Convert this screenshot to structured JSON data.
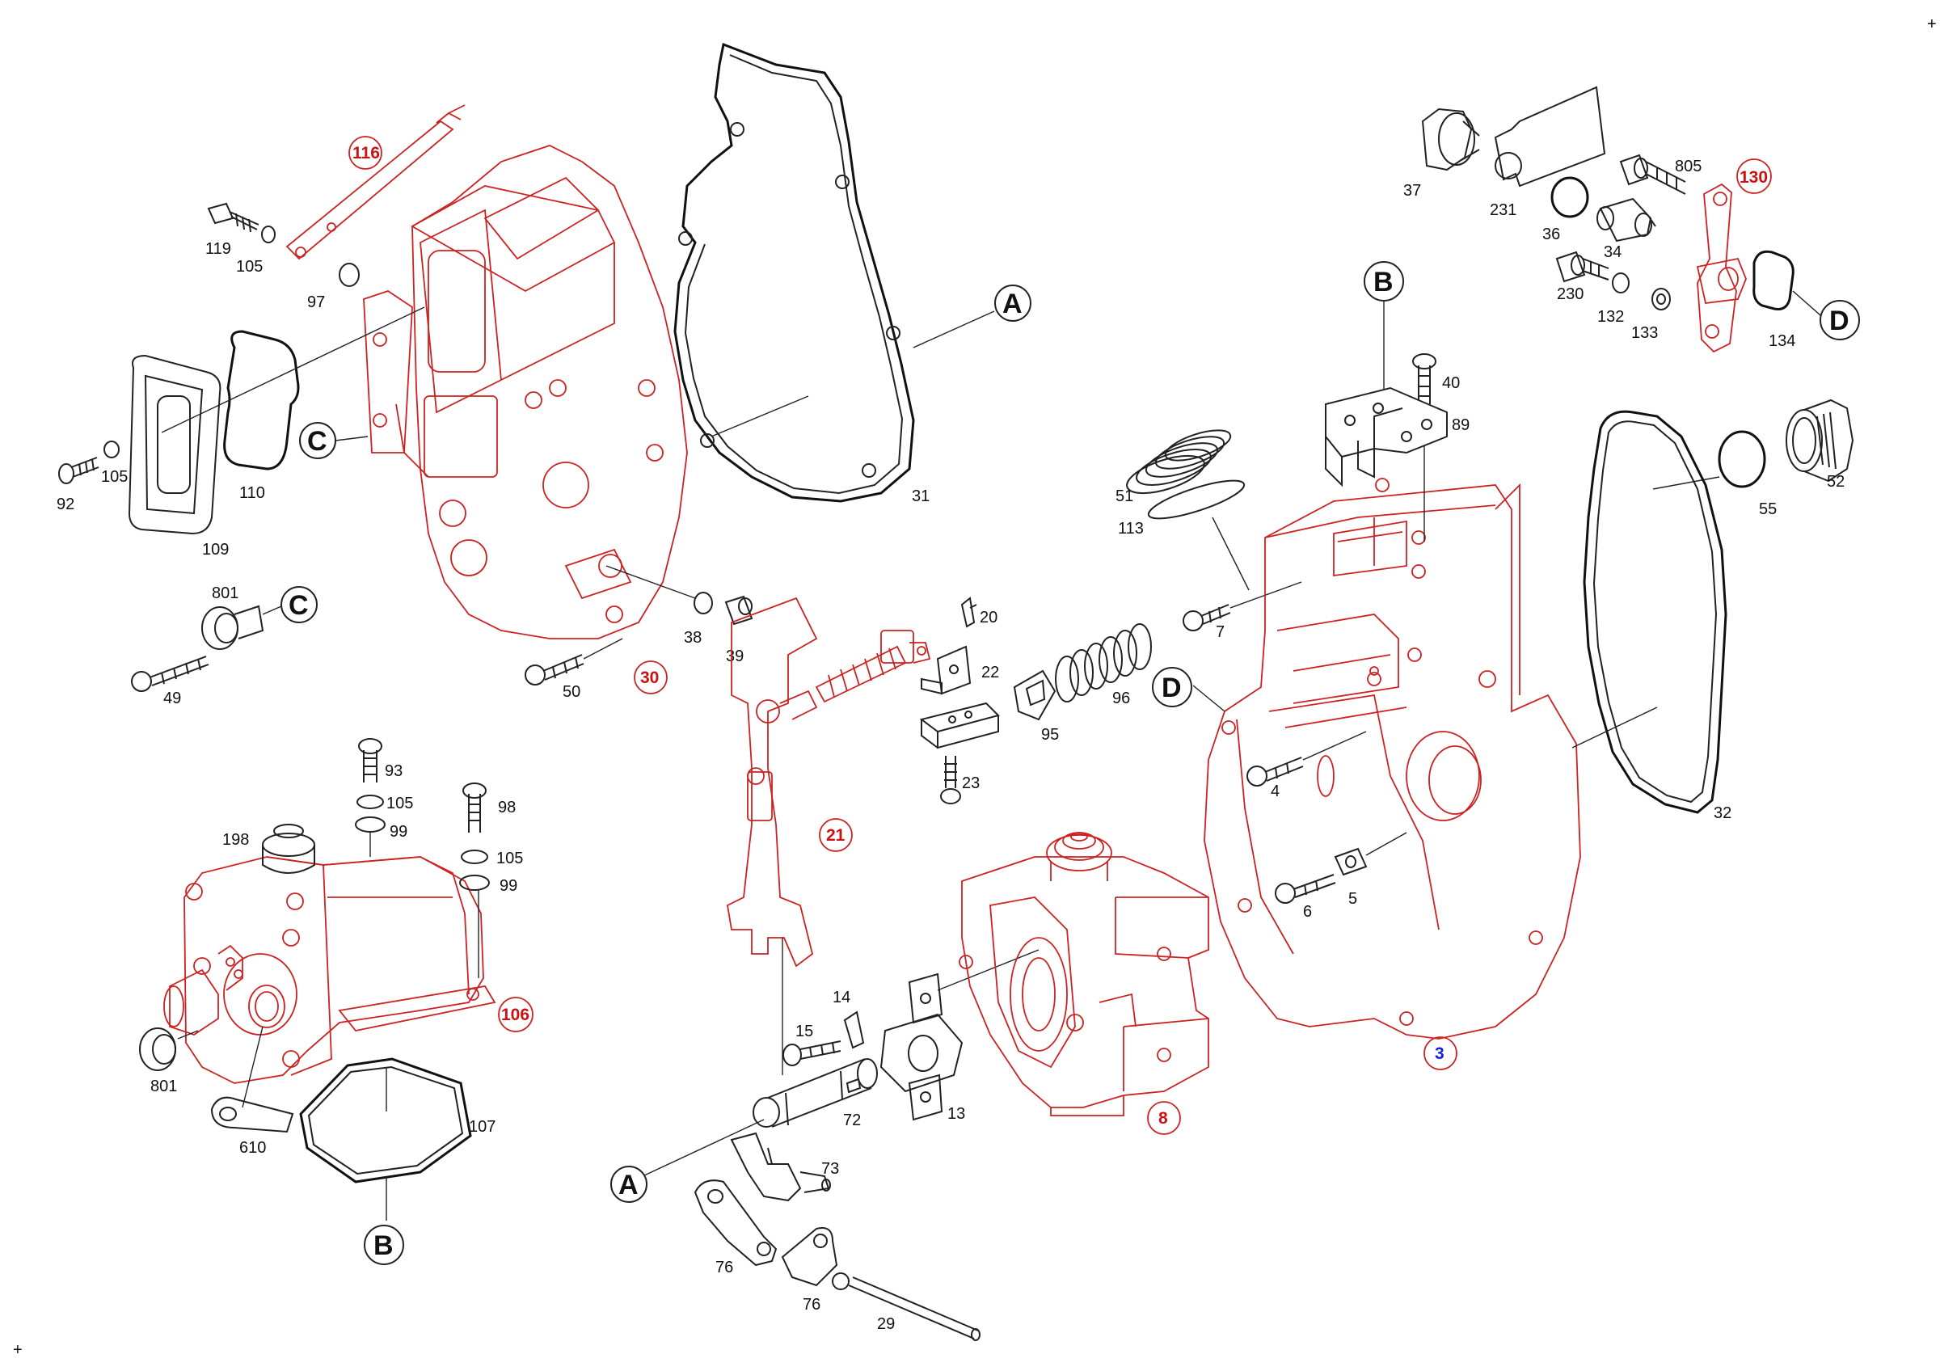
{
  "colors": {
    "assembly": "#cc2222",
    "part": "#222222",
    "highlight_blue": "#1122cc"
  },
  "corner_marks": {
    "top_right": "+",
    "bottom_left": "+"
  },
  "parts": {
    "p3": "3",
    "p4": "4",
    "p5": "5",
    "p6": "6",
    "p7": "7",
    "p8": "8",
    "p13": "13",
    "p14": "14",
    "p15": "15",
    "p20": "20",
    "p21": "21",
    "p22": "22",
    "p23": "23",
    "p29": "29",
    "p30": "30",
    "p31": "31",
    "p32": "32",
    "p34": "34",
    "p36": "36",
    "p37": "37",
    "p38": "38",
    "p39": "39",
    "p40": "40",
    "p49": "49",
    "p50": "50",
    "p51": "51",
    "p52": "52",
    "p55": "55",
    "p72": "72",
    "p73": "73",
    "p76": "76",
    "p89": "89",
    "p92": "92",
    "p93": "93",
    "p95": "95",
    "p96": "96",
    "p97": "97",
    "p98": "98",
    "p99": "99",
    "p105": "105",
    "p106": "106",
    "p107": "107",
    "p109": "109",
    "p110": "110",
    "p113": "113",
    "p116": "116",
    "p119": "119",
    "p130": "130",
    "p132": "132",
    "p133": "133",
    "p134": "134",
    "p198": "198",
    "p230": "230",
    "p231": "231",
    "p610": "610",
    "p801": "801",
    "p805": "805"
  },
  "refs": {
    "A": "A",
    "B": "B",
    "C": "C",
    "D": "D"
  }
}
